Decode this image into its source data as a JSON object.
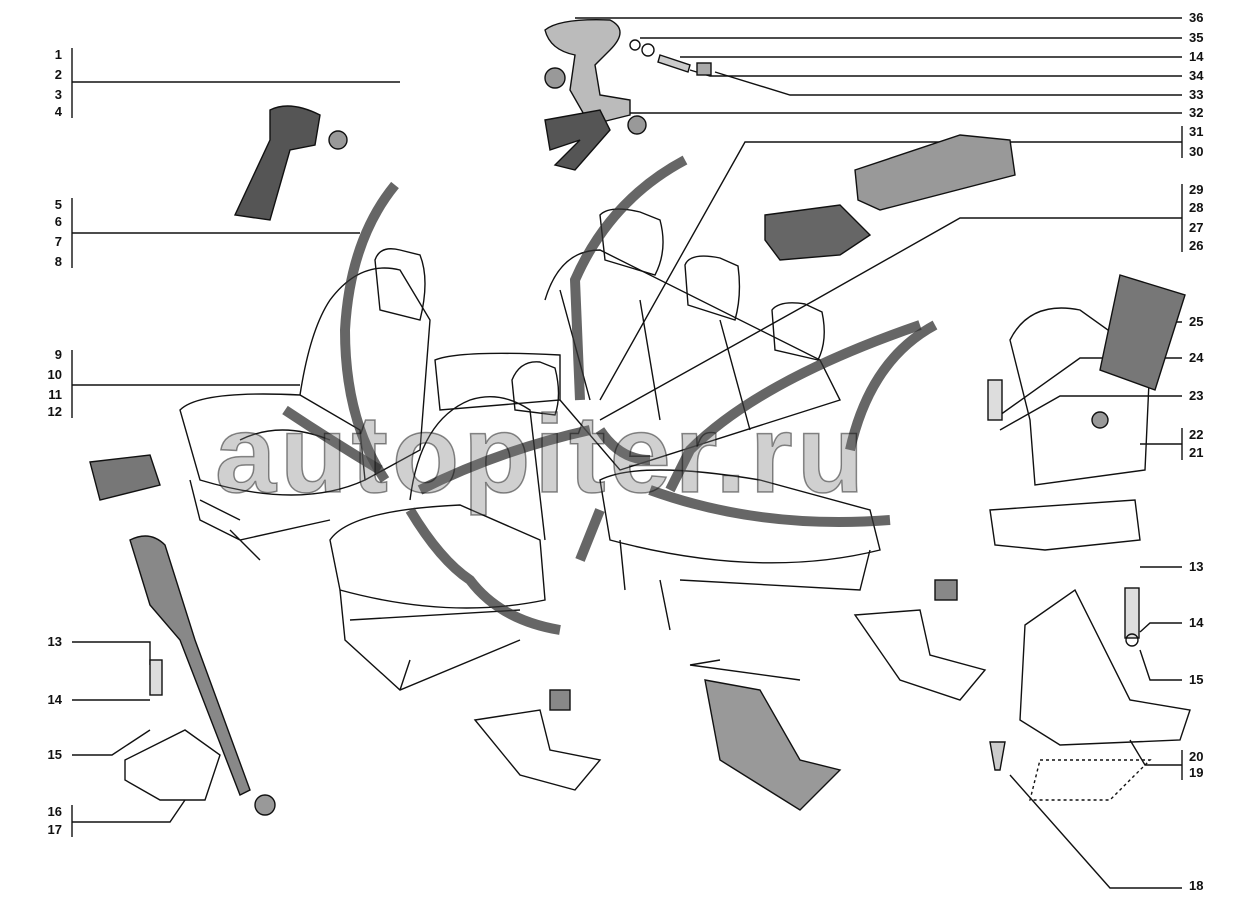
{
  "title": "Seat belts and mounting parts exploded diagram",
  "watermark": "autopiter.ru",
  "left_callouts": [
    {
      "group": [
        "1",
        "2",
        "3",
        "4"
      ]
    },
    {
      "group": [
        "5",
        "6",
        "7",
        "8"
      ]
    },
    {
      "group": [
        "9",
        "10",
        "11",
        "12"
      ]
    },
    {
      "group": [
        "13"
      ]
    },
    {
      "group": [
        "14"
      ]
    },
    {
      "group": [
        "15"
      ]
    },
    {
      "group": [
        "16",
        "17"
      ]
    }
  ],
  "right_callouts": [
    {
      "group": [
        "36"
      ]
    },
    {
      "group": [
        "35"
      ]
    },
    {
      "group": [
        "14"
      ]
    },
    {
      "group": [
        "34"
      ]
    },
    {
      "group": [
        "33"
      ]
    },
    {
      "group": [
        "32"
      ]
    },
    {
      "group": [
        "31",
        "30"
      ]
    },
    {
      "group": [
        "29",
        "28",
        "27",
        "26"
      ]
    },
    {
      "group": [
        "25"
      ]
    },
    {
      "group": [
        "24"
      ]
    },
    {
      "group": [
        "23"
      ]
    },
    {
      "group": [
        "22",
        "21"
      ]
    },
    {
      "group": [
        "13"
      ]
    },
    {
      "group": [
        "14"
      ]
    },
    {
      "group": [
        "15"
      ]
    },
    {
      "group": [
        "20",
        "19"
      ]
    },
    {
      "group": [
        "18"
      ]
    }
  ],
  "colors": {
    "line": "#111111",
    "belt": "#6e6e6e",
    "background": "#ffffff"
  }
}
